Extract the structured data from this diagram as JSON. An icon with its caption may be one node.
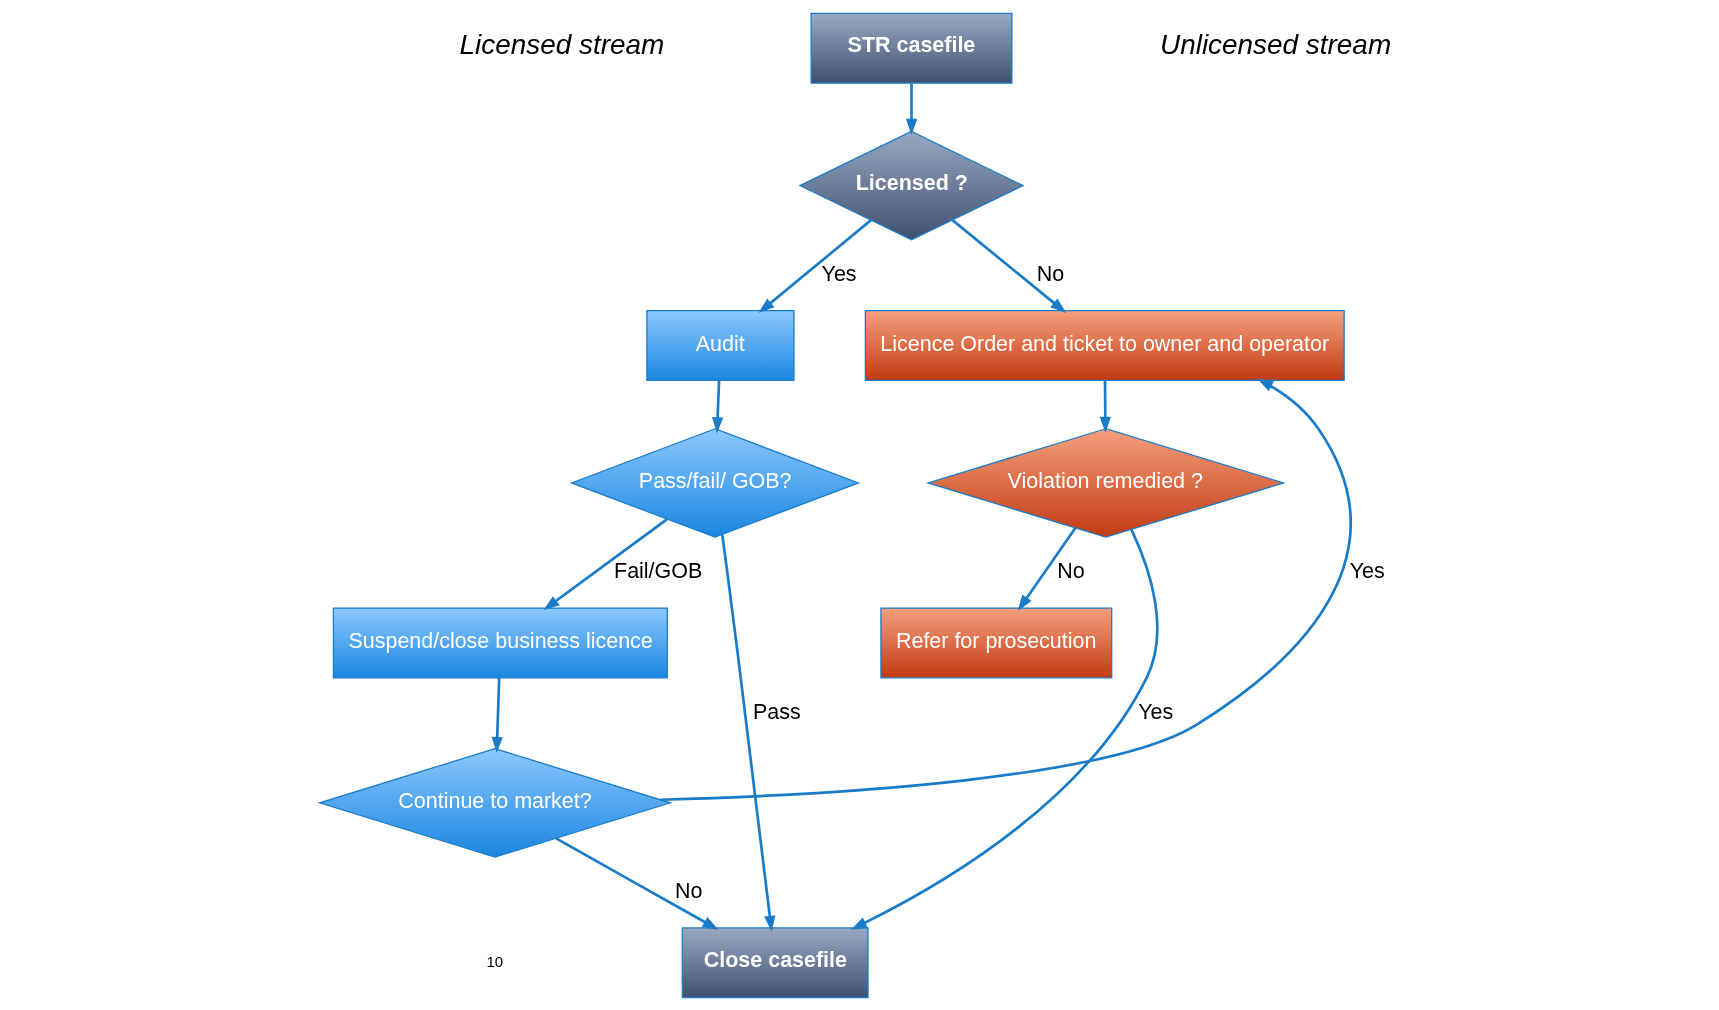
{
  "diagram": {
    "nodes": [
      {
        "text": [
          "STR casefile"
        ]
      },
      {
        "text": [
          "Licensed ?"
        ]
      },
      {
        "text": [
          "Audit"
        ]
      },
      {
        "text": [
          "Licence Order and ticket to owner and operator"
        ]
      },
      {
        "text": [
          "Pass/fail/ GOB?"
        ]
      },
      {
        "text": [
          "Close casefile"
        ]
      },
      {
        "text": [
          "Violation remedied ?"
        ]
      },
      {
        "text": [
          "Suspend/close business licence"
        ]
      },
      {
        "text": [
          "Refer for prosecution"
        ]
      },
      {
        "text": [
          "Continue to market?"
        ]
      }
    ],
    "edges": [
      {
        "from": 0,
        "to": 1,
        "arrow": "to"
      },
      {
        "from": 1,
        "to": 2,
        "arrow": "to",
        "label": "Yes"
      },
      {
        "from": 1,
        "to": 3,
        "arrow": "to",
        "label": "No"
      },
      {
        "from": 2,
        "to": 4,
        "arrow": "to"
      },
      {
        "from": 4,
        "to": 5,
        "arrow": "to",
        "label": "Pass"
      },
      {
        "from": 4,
        "to": 7,
        "arrow": "to",
        "label": "Fail/GOB"
      },
      {
        "from": 3,
        "to": 6,
        "arrow": "to"
      },
      {
        "from": 6,
        "to": 5,
        "arrow": "to",
        "label": "Yes"
      },
      {
        "from": 6,
        "to": 8,
        "arrow": "to",
        "label": "No"
      },
      {
        "from": 7,
        "to": 9,
        "arrow": "to"
      },
      {
        "from": 9,
        "to": 5,
        "arrow": "to",
        "label": "No"
      },
      {
        "from": 9,
        "to": 3,
        "arrow": "to",
        "label": "Yes"
      }
    ],
    "labels": [
      "Licensed stream",
      "Unlicensed stream",
      "10"
    ]
  }
}
